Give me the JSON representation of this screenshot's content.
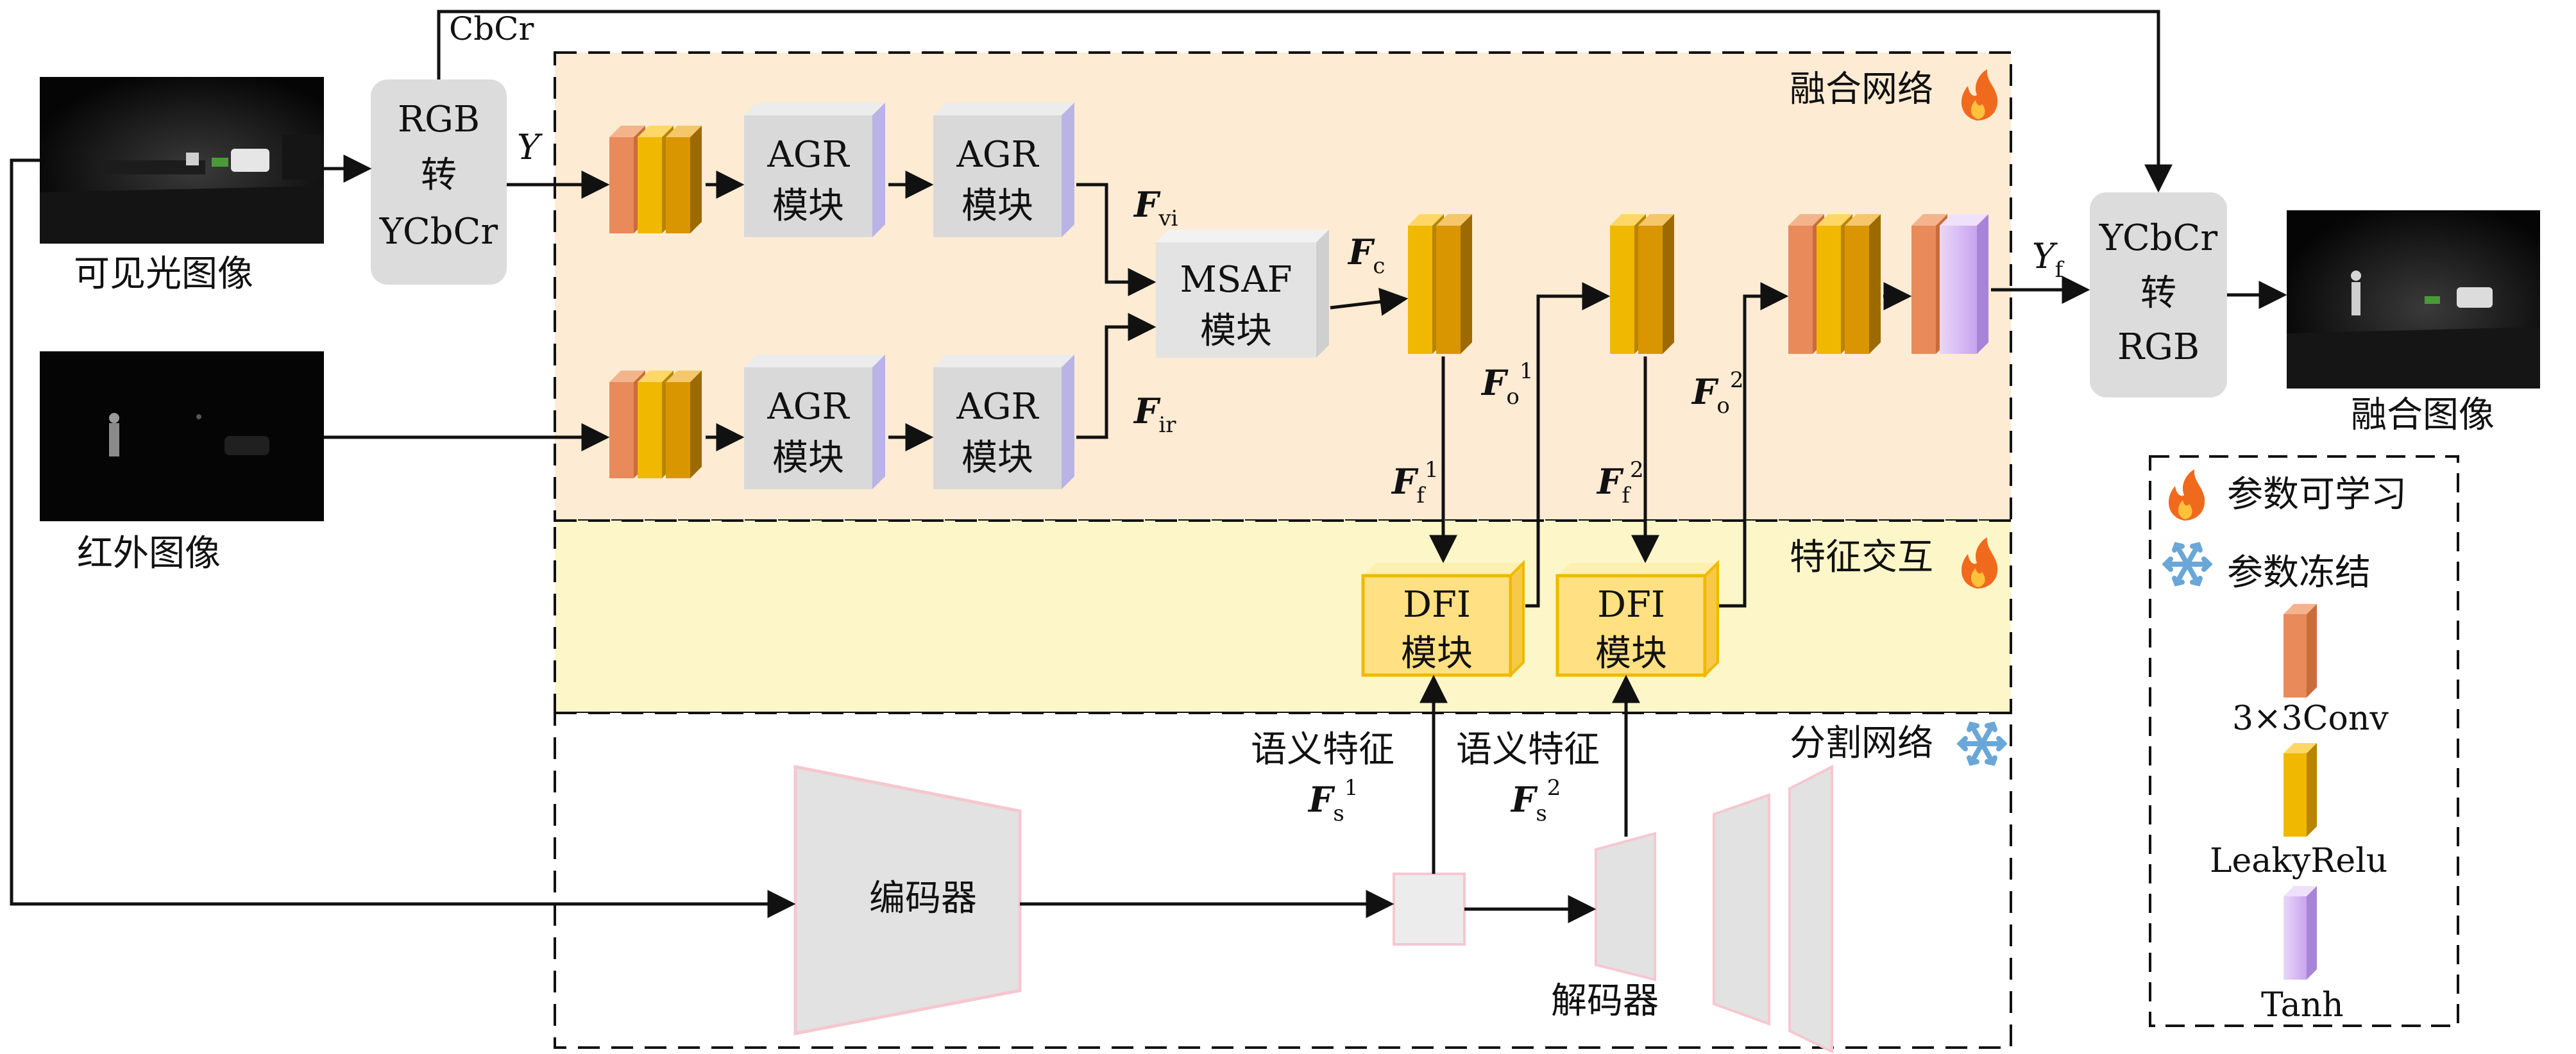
{
  "inputs": {
    "visible_label": "可见光图像",
    "infrared_label": "红外图像",
    "fused_label": "融合图像"
  },
  "convert_in": {
    "line1": "RGB",
    "line2": "转",
    "line3": "YCbCr"
  },
  "convert_out": {
    "line1": "YCbCr",
    "line2": "转",
    "line3": "RGB"
  },
  "signals": {
    "cbcr": "CbCr",
    "y": "Y",
    "yf": "Y",
    "yf_sub": "f",
    "F": "F",
    "vi_sub": "vi",
    "ir_sub": "ir",
    "c_sub": "c",
    "o_sub": "o",
    "f_sub": "f",
    "s_sub": "s",
    "sup1": "1",
    "sup2": "2"
  },
  "regions": {
    "fusion": "融合网络",
    "interaction": "特征交互",
    "segmentation": "分割网络"
  },
  "modules": {
    "agr_line1": "AGR",
    "agr_line2": "模块",
    "msaf_line1": "MSAF",
    "msaf_line2": "模块",
    "dfi_line1": "DFI",
    "dfi_line2": "模块"
  },
  "segmentation": {
    "encoder": "编码器",
    "decoder": "解码器",
    "semantic_feature": "语义特征"
  },
  "legend": {
    "learnable": "参数可学习",
    "frozen": "参数冻结",
    "conv": "3×3Conv",
    "leaky": "LeakyRelu",
    "tanh": "Tanh"
  },
  "colors": {
    "fusion_bg": "#fdebd3",
    "interaction_bg": "#fcf6c9",
    "conv": "#e98a5b",
    "leaky": "#f0b800",
    "tanh": "#d6b8f0",
    "dfi": "#ffe082",
    "module_gray": "#dcdcdc",
    "segment_pink": "#f6c7d0"
  },
  "icons": {
    "learnable": "flame-icon",
    "frozen": "snowflake-icon"
  }
}
